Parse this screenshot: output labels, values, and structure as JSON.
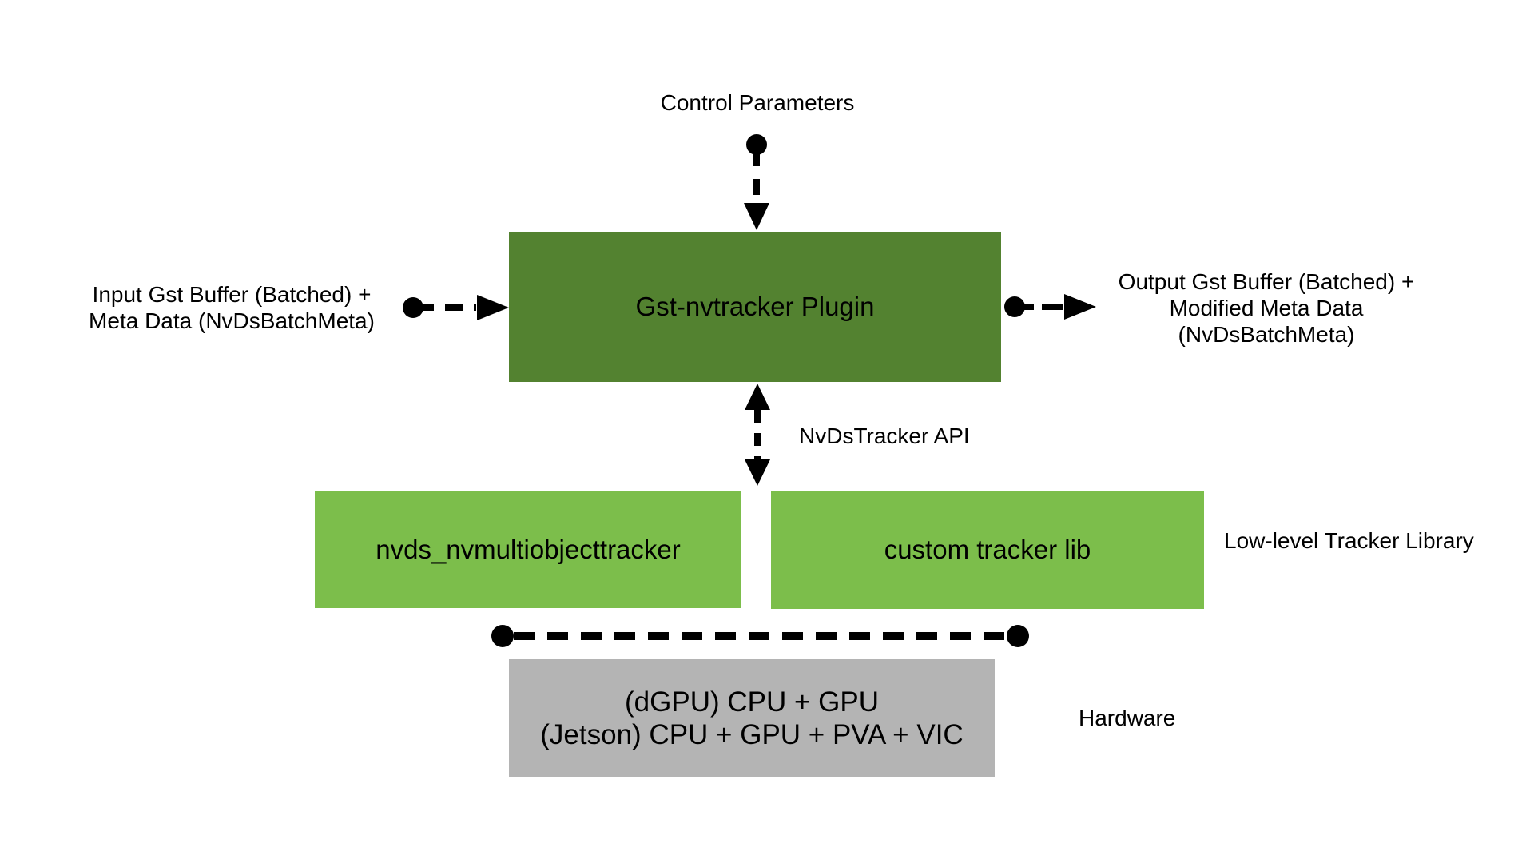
{
  "colors": {
    "background": "#ffffff",
    "dark_green": "#538230",
    "light_green": "#7cbe4b",
    "gray": "#b4b4b4",
    "connector": "#000000"
  },
  "labels": {
    "control_parameters": "Control Parameters",
    "nvds_tracker_api": "NvDsTracker API",
    "low_level_tracker_library": "Low-level Tracker Library",
    "hardware": "Hardware"
  },
  "input_label": {
    "line1": "Input Gst Buffer (Batched) +",
    "line2": "Meta Data (NvDsBatchMeta)"
  },
  "output_label": {
    "line1": "Output Gst Buffer (Batched) +",
    "line2": "Modified Meta Data",
    "line3": "(NvDsBatchMeta)"
  },
  "nodes": {
    "plugin": {
      "label": "Gst-nvtracker Plugin"
    },
    "low_level_library": {
      "label": "nvds_nvmultiobjecttracker"
    },
    "custom_tracker": {
      "label": "custom tracker lib"
    },
    "hardware": {
      "line1": "(dGPU) CPU + GPU",
      "line2": "(Jetson) CPU + GPU + PVA + VIC"
    }
  }
}
